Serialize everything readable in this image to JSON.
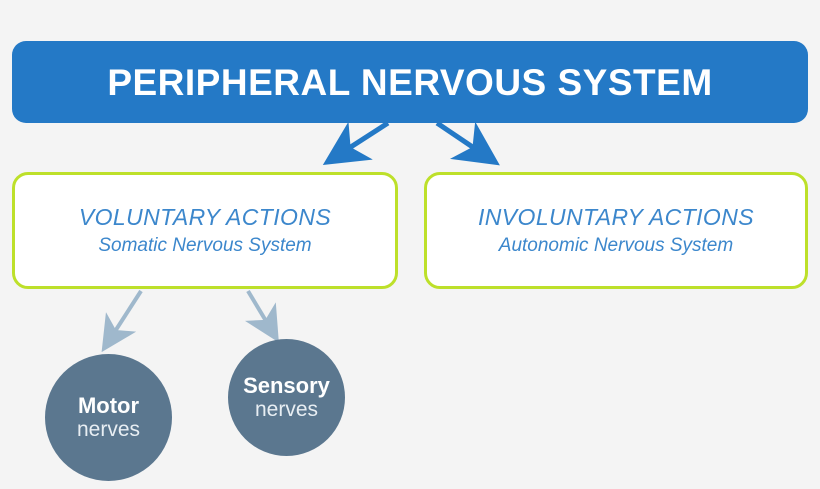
{
  "diagram": {
    "background_color": "#f4f4f4",
    "header": {
      "title": "PERIPHERAL NERVOUS SYSTEM",
      "background_color": "#2479c6",
      "text_color": "#ffffff"
    },
    "branches": [
      {
        "title": "VOLUNTARY ACTIONS",
        "subtitle": "Somatic Nervous System",
        "border_color": "#bde02a",
        "text_color": "#3c87cc"
      },
      {
        "title": "INVOLUNTARY ACTIONS",
        "subtitle": "Autonomic Nervous System",
        "border_color": "#bde02a",
        "text_color": "#3c87cc"
      }
    ],
    "nerves": [
      {
        "name": "Motor",
        "qualifier": "nerves",
        "fill_color": "#5b778f"
      },
      {
        "name": "Sensory",
        "qualifier": "nerves",
        "fill_color": "#5b778f"
      }
    ],
    "connectors": {
      "primary_arrow_color": "#2479c6",
      "secondary_arrow_color": "#9fb8cc"
    }
  }
}
